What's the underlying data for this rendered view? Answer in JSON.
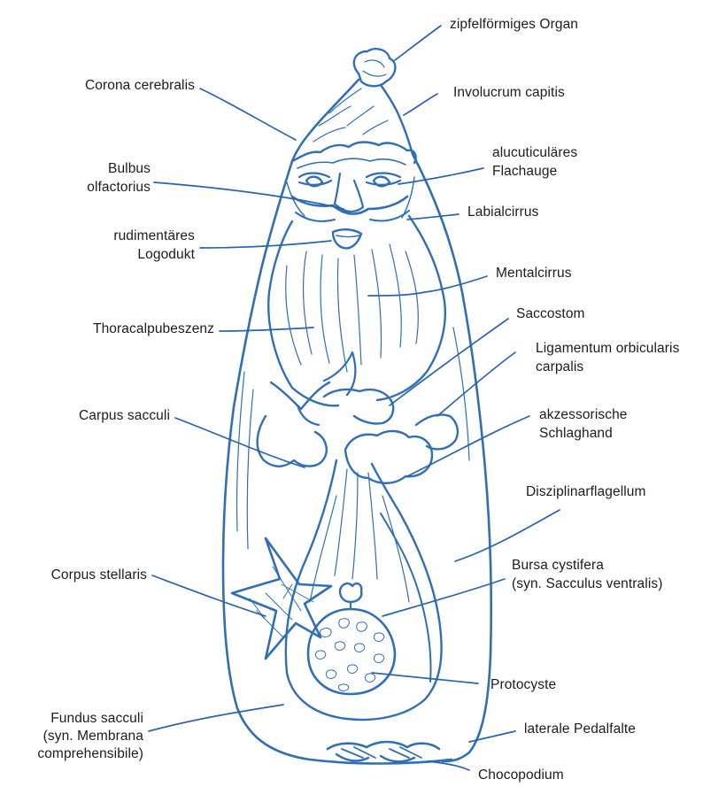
{
  "figure": {
    "stroke_color": "#2f6eb8",
    "label_color": "#1c1c1c",
    "labels": {
      "zipfel": "zipfelförmiges Organ",
      "corona": "Corona cerebralis",
      "involucrum": "Involucrum capitis",
      "alucut_1": "alucuticuläres",
      "alucut_2": "Flachauge",
      "bulbus_1": "Bulbus",
      "bulbus_2": "olfactorius",
      "labialcirrus": "Labialcirrus",
      "rudiment_1": "rudimentäres",
      "rudiment_2": "Logodukt",
      "mentalcirrus": "Mentalcirrus",
      "saccostom": "Saccostom",
      "thoracal": "Thoracalpubeszenz",
      "ligamentum_1": "Ligamentum orbicularis",
      "ligamentum_2": "carpalis",
      "carpus": "Carpus sacculi",
      "akzessor_1": "akzessorische",
      "akzessor_2": "Schlaghand",
      "disziplin": "Disziplinarflagellum",
      "corpus": "Corpus stellaris",
      "bursa_1": "Bursa cystifera",
      "bursa_2": "(syn. Sacculus ventralis)",
      "protocyste": "Protocyste",
      "fundus_1": "Fundus sacculi",
      "fundus_2": "(syn. Membrana",
      "fundus_3": "comprehensibile)",
      "pedalfalte": "laterale Pedalfalte",
      "chocopodium": "Chocopodium"
    }
  }
}
